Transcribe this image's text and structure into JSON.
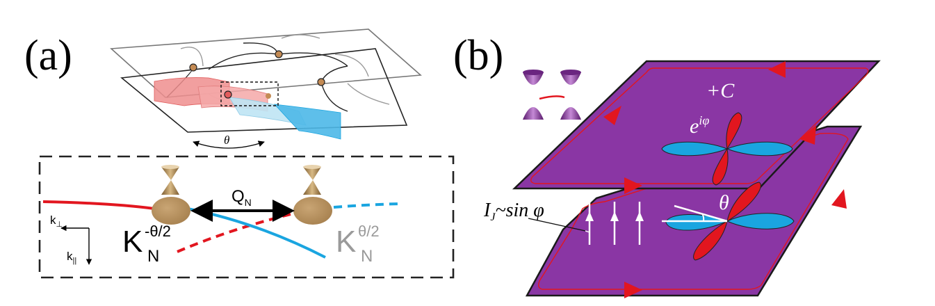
{
  "panel_a": {
    "label": "(a)",
    "theta": "θ",
    "k_perp": "k",
    "k_perp_sub": "⊥",
    "k_par": "k",
    "k_par_sub": "||",
    "q_main": "Q",
    "q_sub": "N",
    "k_left_main": "K",
    "k_left_sup": "-θ/2",
    "k_left_sub": "N",
    "k_right_main": "K",
    "k_right_sup": "θ/2",
    "k_right_sub": "N"
  },
  "panel_b": {
    "label": "(b)",
    "chern": "+C",
    "phase_base": "e",
    "phase_exp": "iφ",
    "current_main": "I",
    "current_sub": "J",
    "current_rest": "~sin φ",
    "theta": "θ"
  },
  "colors": {
    "purple": "#8a36a4",
    "red": "#e2161f",
    "blue": "#1aa5e0",
    "gold": "#b08a55",
    "gray": "#9a9a9a"
  }
}
